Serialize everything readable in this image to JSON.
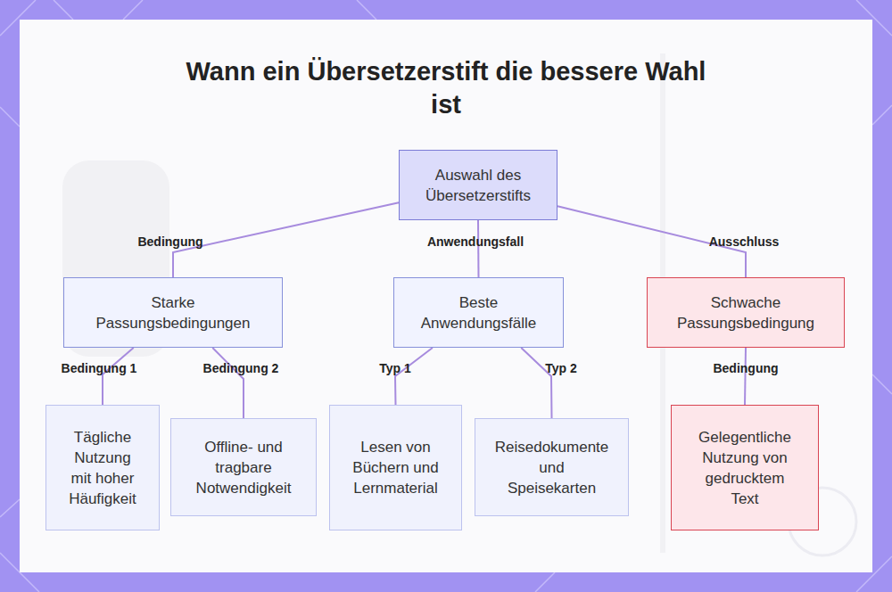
{
  "diagram": {
    "title": "Wann ein Übersetzerstift die bessere Wahl ist",
    "nodes": [
      {
        "text": [
          "Auswahl des Übersetzerstifts"
        ]
      },
      {
        "text": [
          "Starke Passungsbedingungen"
        ]
      },
      {
        "text": [
          "Beste Anwendungsfälle"
        ]
      },
      {
        "text": [
          "Schwache Passungsbedingung"
        ]
      },
      {
        "text": [
          "Tägliche Nutzung mit hoher Häufigkeit"
        ]
      },
      {
        "text": [
          "Offline- und tragbare Notwendigkeit"
        ]
      },
      {
        "text": [
          "Lesen von Büchern und Lernmaterial"
        ]
      },
      {
        "text": [
          "Reisedokumente und Speisekarten"
        ]
      },
      {
        "text": [
          "Gelegentliche Nutzung von gedrucktem Text"
        ]
      }
    ],
    "edges": [
      {
        "from": 0,
        "to": 1,
        "label": "Bedingung",
        "arrow": "none"
      },
      {
        "from": 0,
        "to": 2,
        "label": "Anwendungsfall",
        "arrow": "none"
      },
      {
        "from": 0,
        "to": 3,
        "label": "Ausschluss",
        "arrow": "none"
      },
      {
        "from": 1,
        "to": 4,
        "label": "Bedingung 1",
        "arrow": "none"
      },
      {
        "from": 1,
        "to": 5,
        "label": "Bedingung 2",
        "arrow": "none"
      },
      {
        "from": 2,
        "to": 6,
        "label": "Typ 1",
        "arrow": "none"
      },
      {
        "from": 2,
        "to": 7,
        "label": "Typ 2",
        "arrow": "none"
      },
      {
        "from": 3,
        "to": 8,
        "label": "Bedingung",
        "arrow": "none"
      }
    ]
  }
}
